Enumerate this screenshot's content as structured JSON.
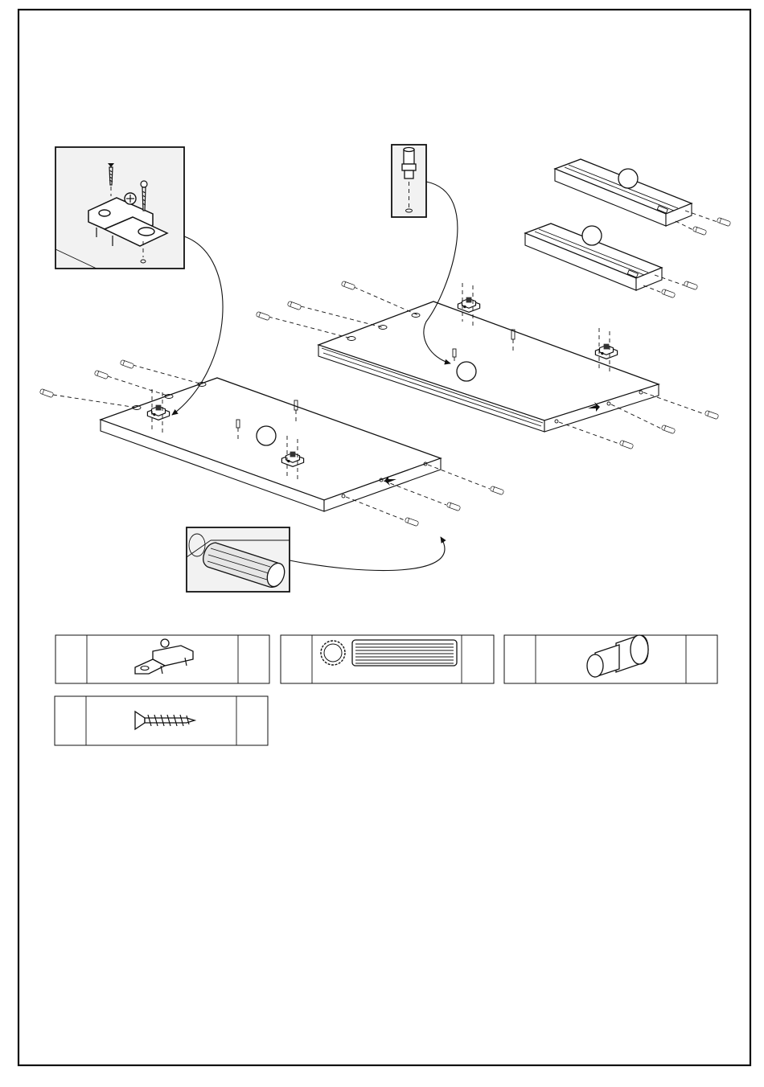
{
  "sheet": {
    "title": ""
  },
  "colors": {
    "line": "#111111",
    "inset_background": "#f2f2f2",
    "paper": "#ffffff"
  },
  "insets": [
    {
      "name": "hinge-plate-detail",
      "icon": "hinge-plate-icon"
    },
    {
      "name": "cam-pin-detail",
      "icon": "cam-pin-icon"
    },
    {
      "name": "wooden-dowel-detail",
      "icon": "dowel-icon"
    }
  ],
  "part_labels": [
    "",
    "",
    "",
    "",
    ""
  ],
  "hardware_list": [
    {
      "icon": "hinge-plate-icon",
      "code": "",
      "quantity": ""
    },
    {
      "icon": "wooden-dowel-icon",
      "code": "",
      "quantity": ""
    },
    {
      "icon": "cam-bolt-icon",
      "code": "",
      "quantity": ""
    },
    {
      "icon": "screw-icon",
      "code": "",
      "quantity": ""
    }
  ]
}
